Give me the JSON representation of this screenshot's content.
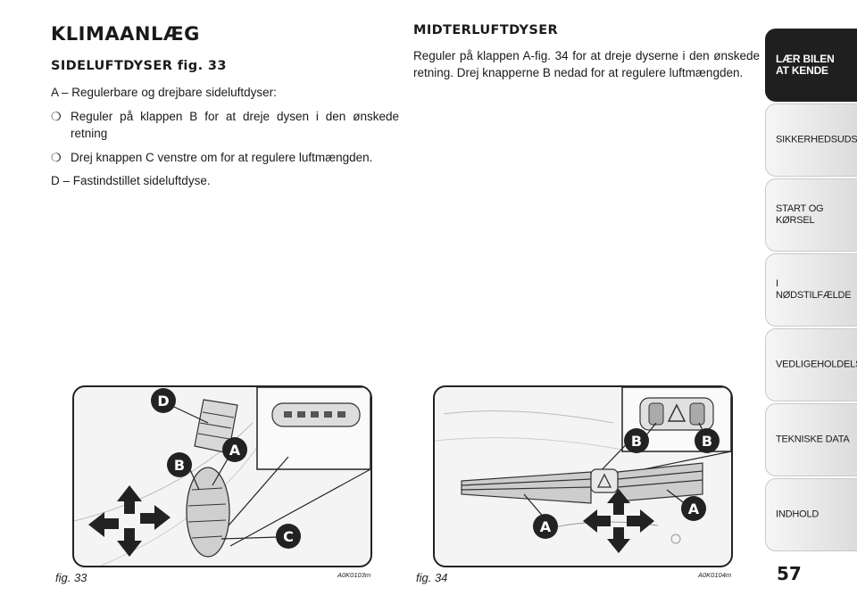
{
  "left": {
    "title": "KLIMAANLÆG",
    "section_title": "SIDELUFTDYSER fig. 33",
    "item_a": "A – Regulerbare og drejbare sideluftdyser:",
    "bullets": [
      "Reguler på klappen B for at dreje dysen i den ønskede retning",
      "Drej knappen C venstre om for at regulere luftmængden."
    ],
    "bullet_mark": "❍",
    "item_d": "D – Fastindstillet sideluftdyse."
  },
  "right": {
    "section_title": "MIDTERLUFTDYSER",
    "paragraph": "Reguler på klappen A-fig. 34 for at dreje dyserne i den ønskede retning. Drej knapperne B nedad for at regulere luftmængden."
  },
  "figures": [
    {
      "caption": "fig. 33",
      "code": "A0K0103m",
      "labels": [
        "D",
        "A",
        "B",
        "C"
      ]
    },
    {
      "caption": "fig. 34",
      "code": "A0K0104m",
      "labels": [
        "B",
        "B",
        "A",
        "A"
      ]
    }
  ],
  "page_number": "57",
  "tabs": [
    {
      "label": "LÆR BILEN\nAT KENDE",
      "active": true
    },
    {
      "label": "SIKKERHEDSUDSTYR",
      "active": false
    },
    {
      "label": "START OG KØRSEL",
      "active": false
    },
    {
      "label": "I NØDSTILFÆLDE",
      "active": false
    },
    {
      "label": "VEDLIGEHOLDELSE",
      "active": false
    },
    {
      "label": "TEKNISKE DATA",
      "active": false
    },
    {
      "label": "INDHOLD",
      "active": false
    }
  ],
  "colors": {
    "text": "#1a1a1a",
    "tab_active": "#1f1f1f",
    "tab_inactive": "#e6e6e6"
  }
}
